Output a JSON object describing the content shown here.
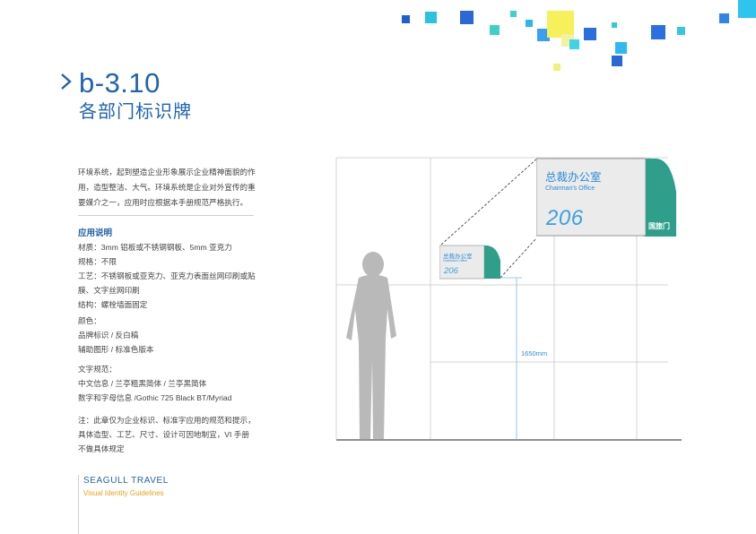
{
  "header": {
    "code": "b-3.10",
    "title": "各部门标识牌"
  },
  "intro": [
    "环境系统，起到塑造企业形象展示企业精神面貌的作",
    "用，造型整洁、大气。环境系统是企业对外宣传的重",
    "要媒介之一，应用时应根据本手册规范严格执行。"
  ],
  "usage": {
    "heading": "应用说明",
    "spec_lines": [
      "材质：3mm 铝板或不锈钢钢板、5mm 亚克力",
      "规格：不限",
      "工艺：不锈钢板或亚克力、亚克力表面丝网印刷或贴",
      "膜、文字丝网印刷",
      "结构：螺栓墙面固定"
    ],
    "color_lines": [
      "颜色：",
      "品牌标识 / 反白稿",
      "辅助图形 / 标准色版本"
    ],
    "font_lines": [
      "文字规范：",
      "中文信息 / 兰亭粗黑简体 / 兰亭黑简体",
      "数字和字母信息 /Gothic 725 Black BT/Myriad"
    ],
    "note_lines": [
      "注：此章仅为企业标识、标准字应用的规范和提示，",
      "具体造型、工艺、尺寸、设计可因地制宜，VI 手册",
      "不做具体规定"
    ]
  },
  "brand": {
    "name": "SEAGULL  TRAVEL",
    "subtitle": "Visual Identity Guidelines"
  },
  "sign": {
    "room_cn": "总裁办公室",
    "room_en": "Chairman's Office",
    "room_number": "206",
    "logo_text": "国旅门"
  },
  "dimension_label": "1650mm",
  "colors": {
    "brand_blue": "#1f64ad",
    "sign_teal": "#2a9e8e",
    "accent_orange": "#e8a317",
    "sign_text_blue": "#2f8bd4"
  }
}
